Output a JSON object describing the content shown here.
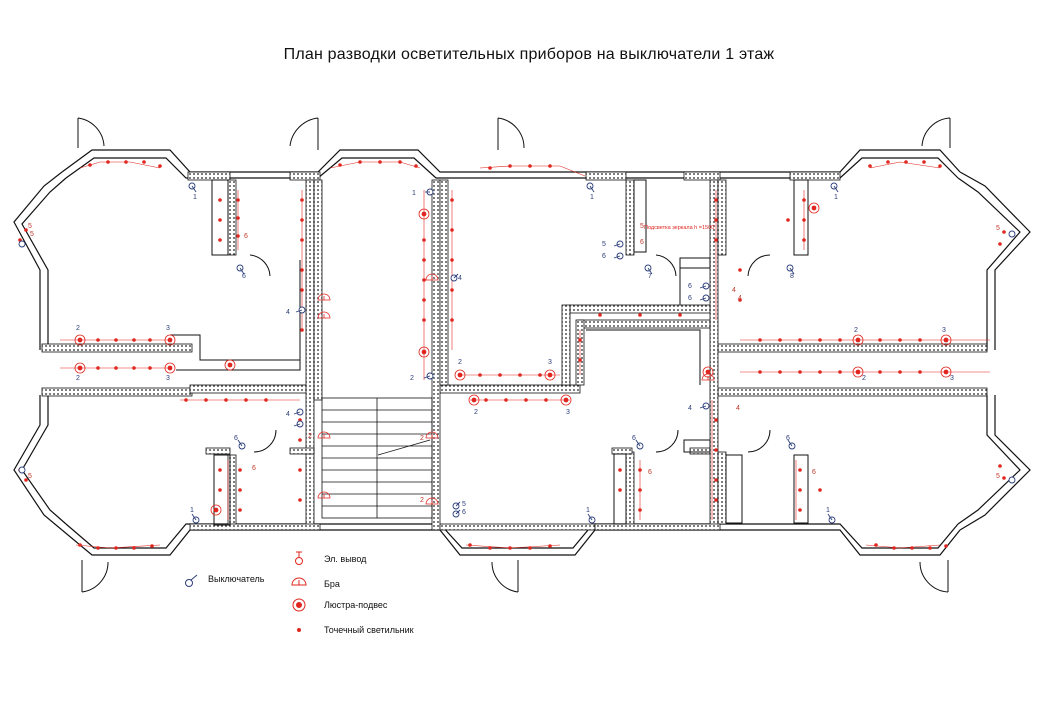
{
  "title": "План разводки осветительных приборов на выключатели 1 этаж",
  "note": "Подсветка зеркала h =1500",
  "legend": {
    "switch": "Выключатель",
    "outlet": "Эл. вывод",
    "sconce": "Бра",
    "chandelier": "Люстра-подвес",
    "spot": "Точечный светильник"
  },
  "colors": {
    "fixture": "#e0261f",
    "switch": "#2c3e7a",
    "wall": "#111111"
  }
}
